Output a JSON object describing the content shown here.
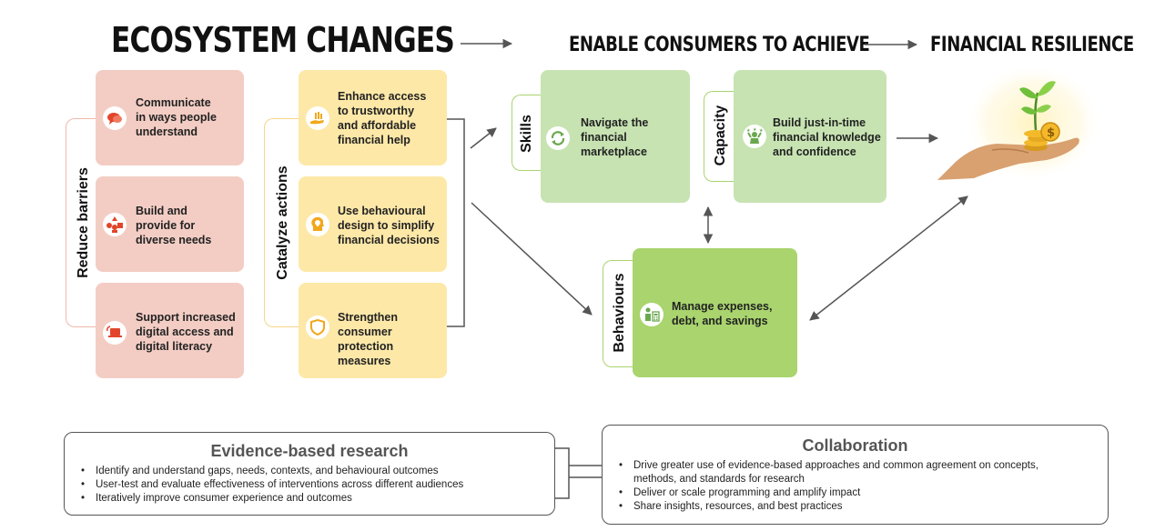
{
  "header": {
    "ecosystem": "ECOSYSTEM CHANGES",
    "enable": "ENABLE CONSUMERS TO ACHIEVE",
    "resilience": "FINANCIAL RESILIENCE"
  },
  "reduce_barriers": {
    "label": "Reduce barriers",
    "items": [
      {
        "text": "Communicate\nin ways people\nunderstand",
        "icon": "speech-bubble-icon"
      },
      {
        "text": "Build and\nprovide for\ndiverse needs",
        "icon": "diverse-shapes-icon"
      },
      {
        "text": "Support increased\ndigital access and\ndigital literacy",
        "icon": "digital-device-icon"
      }
    ]
  },
  "catalyze_actions": {
    "label": "Catalyze actions",
    "items": [
      {
        "text": "Enhance access\nto trustworthy\nand affordable\nfinancial help",
        "icon": "helping-hand-icon"
      },
      {
        "text": "Use behavioural\ndesign to simplify\nfinancial decisions",
        "icon": "lightbulb-head-icon"
      },
      {
        "text": "Strengthen\nconsumer protection\nmeasures",
        "icon": "shield-icon"
      }
    ]
  },
  "skills": {
    "label": "Skills",
    "text": "Navigate the\nfinancial\nmarketplace",
    "icon": "cycle-arrows-icon"
  },
  "capacity": {
    "label": "Capacity",
    "text": "Build just-in-time\nfinancial knowledge\nand confidence",
    "icon": "person-stars-icon"
  },
  "behaviours": {
    "label": "Behaviours",
    "text": "Manage expenses,\ndebt, and savings",
    "icon": "person-calculator-icon"
  },
  "resilience_icon": "hand-plant-coins-icon",
  "research": {
    "title": "Evidence-based research",
    "items": [
      "Identify and understand gaps, needs, contexts, and behavioural outcomes",
      "User-test and evaluate effectiveness of interventions across different audiences",
      "Iteratively improve consumer experience and outcomes"
    ]
  },
  "collaboration": {
    "title": "Collaboration",
    "items": [
      "Drive greater use of evidence-based approaches and common agreement on concepts,\nmethods, and standards for research",
      "Deliver or scale programming and amplify impact",
      "Share insights, resources, and best practices"
    ]
  },
  "colors": {
    "pink": "#f3cdc4",
    "yellow": "#fde8a8",
    "light_green": "#c7e3b2",
    "green": "#a9d46e",
    "icon_red": "#e2452b",
    "icon_orange": "#f2a71b",
    "icon_green": "#6aa84f"
  }
}
